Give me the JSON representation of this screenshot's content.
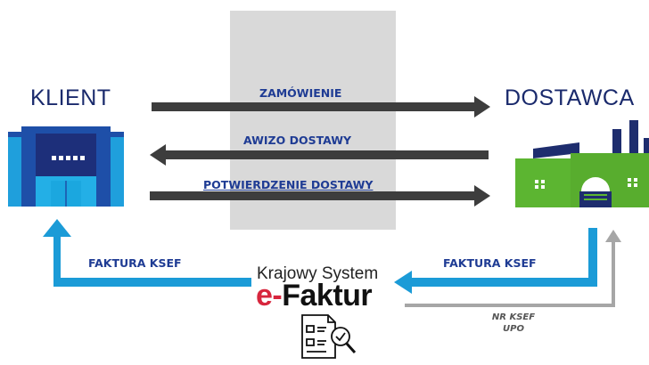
{
  "actors": {
    "client": "KLIENT",
    "supplier": "DOSTAWCA"
  },
  "flows": [
    {
      "label": "ZAMÓWIENIE",
      "direction": "to-supplier"
    },
    {
      "label": "AWIZO DOSTAWY",
      "direction": "to-client"
    },
    {
      "label": "POTWIERDZENIE  DOSTAWY",
      "direction": "to-supplier"
    }
  ],
  "ksef": {
    "left_label": "FAKTURA KSEF",
    "right_label": "FAKTURA KSEF",
    "return_label_line1": "NR KSEF",
    "return_label_line2": "UPO"
  },
  "brand": {
    "line1": "Krajowy System",
    "line2_prefix": "e-",
    "line2_rest": "Faktur"
  },
  "colors": {
    "dark_arrow": "#3d3d3d",
    "blue_arrow": "#1b9bd7",
    "gray_arrow": "#a6a6a6",
    "label_blue": "#1f3c94",
    "client_building": "#1f9fdc",
    "factory_green": "#5cb531",
    "factory_navy": "#1e2d6e"
  },
  "icons": [
    "client-building-icon",
    "factory-icon",
    "invoice-document-icon"
  ]
}
